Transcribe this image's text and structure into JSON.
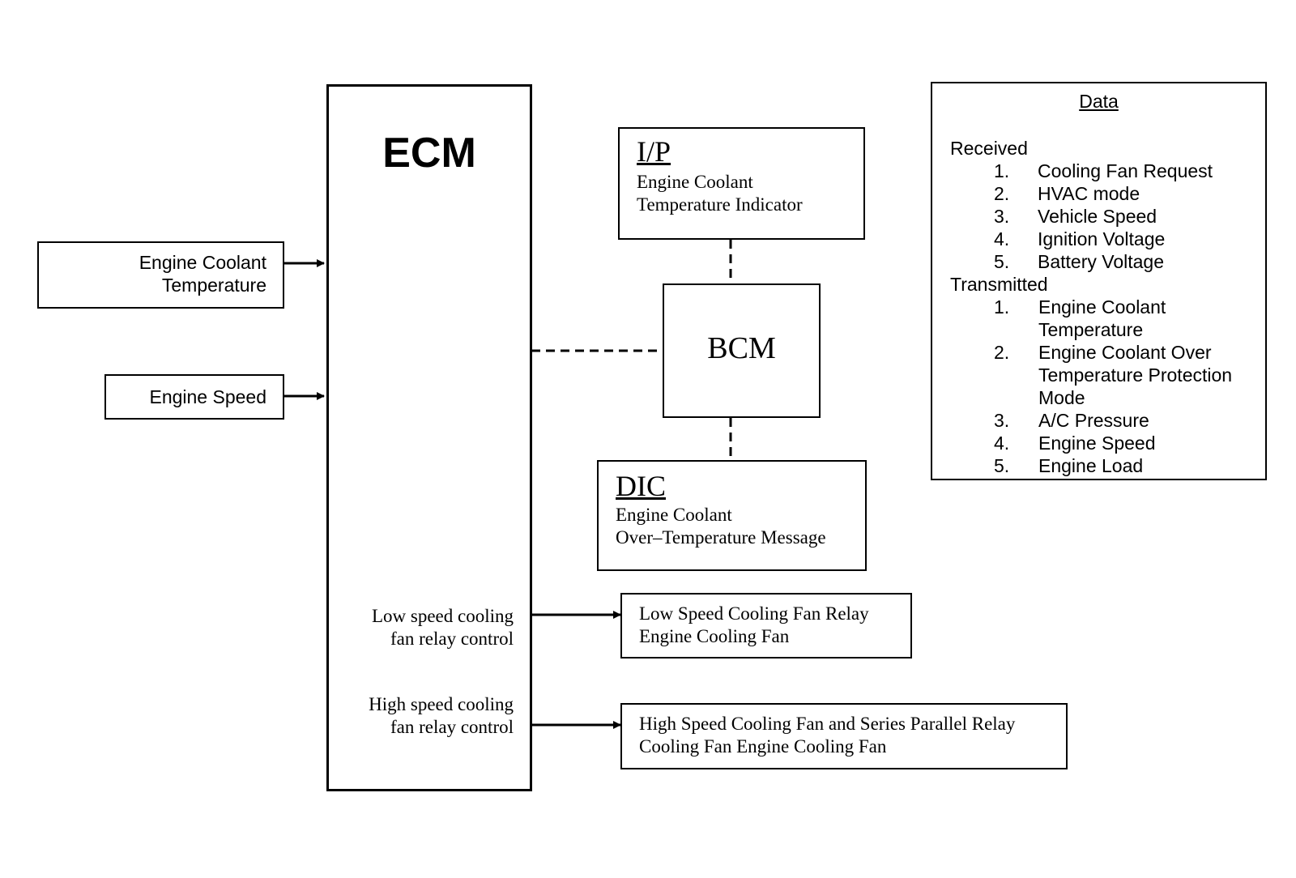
{
  "ecm": {
    "title": "ECM",
    "low_output": [
      "Low speed cooling",
      "fan relay control"
    ],
    "high_output": [
      "High speed cooling",
      "fan relay control"
    ]
  },
  "inputs": {
    "coolant": [
      "Engine Coolant",
      "Temperature"
    ],
    "speed": "Engine Speed"
  },
  "ip": {
    "title": "I/P",
    "lines": [
      "Engine Coolant",
      "Temperature Indicator"
    ]
  },
  "bcm": {
    "title": "BCM"
  },
  "dic": {
    "title": "DIC",
    "lines": [
      "Engine Coolant",
      "Over–Temperature Message"
    ]
  },
  "low_relay": {
    "lines": [
      "Low Speed Cooling Fan Relay",
      "Engine Cooling Fan"
    ]
  },
  "high_relay": {
    "lines": [
      "High Speed Cooling Fan and Series Parallel Relay",
      "Cooling Fan Engine Cooling Fan"
    ]
  },
  "data_panel": {
    "title": "Data",
    "received_label": "Received",
    "received": [
      {
        "num": "1.",
        "text": "Cooling Fan Request"
      },
      {
        "num": "2.",
        "text": "HVAC mode"
      },
      {
        "num": "3.",
        "text": "Vehicle Speed"
      },
      {
        "num": "4.",
        "text": "Ignition Voltage"
      },
      {
        "num": "5.",
        "text": "Battery Voltage"
      }
    ],
    "transmitted_label": "Transmitted",
    "transmitted": [
      {
        "num": "1.",
        "lines": [
          "Engine Coolant",
          "Temperature"
        ]
      },
      {
        "num": "2.",
        "lines": [
          "Engine Coolant Over",
          "Temperature Protection",
          "Mode"
        ]
      },
      {
        "num": "3.",
        "lines": [
          "A/C Pressure"
        ]
      },
      {
        "num": "4.",
        "lines": [
          "Engine Speed"
        ]
      },
      {
        "num": "5.",
        "lines": [
          "Engine Load"
        ]
      }
    ]
  }
}
